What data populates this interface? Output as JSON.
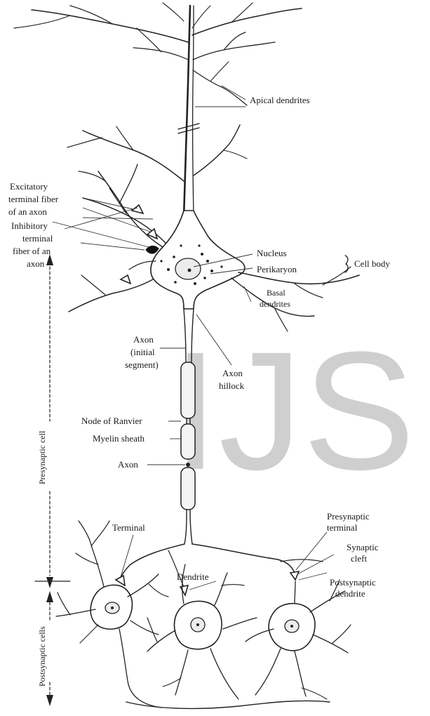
{
  "labels": {
    "apical_dendrites": "Apical dendrites",
    "excitatory": [
      "Excitatory",
      "terminal fiber",
      "of an axon"
    ],
    "inhibitory": [
      "Inhibitory",
      "terminal",
      "fiber of an",
      "axon"
    ],
    "nucleus": "Nucleus",
    "perikaryon": "Perikaryon",
    "cell_body": "Cell body",
    "basal_dendrites": [
      "Basal",
      "dendrites"
    ],
    "axon_initial": [
      "Axon",
      "(initial",
      "segment)"
    ],
    "axon_hillock": [
      "Axon",
      "hillock"
    ],
    "node_of_ranvier": "Node of Ranvier",
    "myelin_sheath": "Myelin sheath",
    "axon": "Axon",
    "presynaptic_cell": "Presynaptic cell",
    "terminal": "Terminal",
    "presynaptic_terminal": [
      "Presynaptic",
      "terminal"
    ],
    "synaptic_cleft": [
      "Synaptic",
      "cleft"
    ],
    "postsynaptic_dendrite": [
      "Postsynaptic",
      "dendrite"
    ],
    "dendrite": "Dendrite",
    "postsynaptic_cells": "Postsynaptic cells"
  },
  "watermark": "IJS"
}
